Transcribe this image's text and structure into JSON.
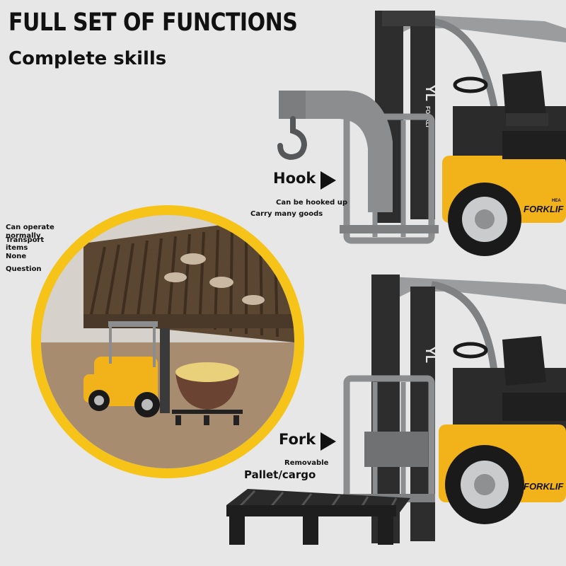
{
  "header": {
    "title": "FULL SET OF FUNCTIONS",
    "subtitle": "Complete skills"
  },
  "left_notes": [
    "Can operate",
    "normally",
    "Transport",
    "items",
    "None",
    "Question"
  ],
  "hook": {
    "label": "Hook",
    "note1": "Can be hooked up",
    "note2": "Carry many goods"
  },
  "fork": {
    "label": "Fork",
    "note1": "Removable",
    "note2": "Pallet/cargo"
  },
  "branding": {
    "mast_text": "YL",
    "mast_sub": "FORKLI",
    "side_text": "FORKLIF",
    "side_top": "HEA"
  },
  "colors": {
    "background": "#e6e7e6",
    "forklift_yellow": "#f2b21a",
    "circle_ring": "#f6c319",
    "dark_body": "#2a2a2a",
    "grey_metal": "#8b8d8e"
  },
  "icons": [
    "hook-icon",
    "fork-arrow-icon",
    "pallet-icon",
    "forklift-icon"
  ]
}
